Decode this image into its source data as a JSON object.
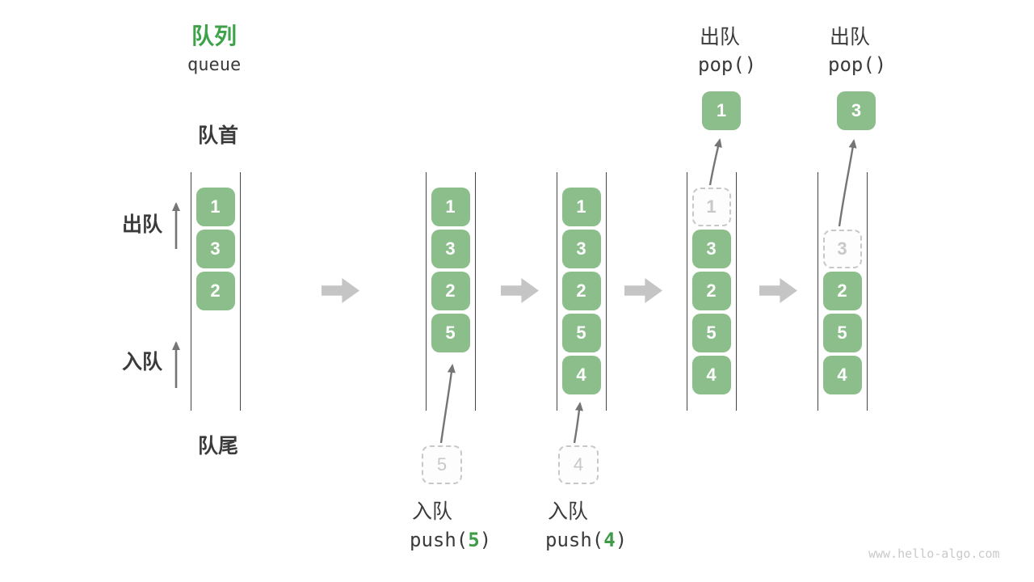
{
  "header": {
    "title_zh": "队列",
    "title_en": "queue"
  },
  "side_labels": {
    "front": "队首",
    "rear": "队尾",
    "dequeue": "出队",
    "enqueue": "入队"
  },
  "colors": {
    "box_green": "#8cbe8c",
    "accent_green": "#3e9b47",
    "title_green": "#3da24a",
    "dark_text": "#3b3b3b",
    "block_arrow_gray": "#c5c5c5",
    "dashed_gray": "#c8c8c8",
    "thin_arrow_gray": "#757575"
  },
  "columns": [
    {
      "boxes": [
        {
          "value": "1",
          "style": "filled"
        },
        {
          "value": "3",
          "style": "filled"
        },
        {
          "value": "2",
          "style": "filled"
        }
      ]
    },
    {
      "boxes": [
        {
          "value": "1",
          "style": "filled"
        },
        {
          "value": "3",
          "style": "filled"
        },
        {
          "value": "2",
          "style": "filled"
        },
        {
          "value": "5",
          "style": "filled"
        }
      ],
      "operation": {
        "label": "入队",
        "fn": "push(",
        "arg": "5",
        "close": ")"
      },
      "staged": {
        "value": "5"
      }
    },
    {
      "boxes": [
        {
          "value": "1",
          "style": "filled"
        },
        {
          "value": "3",
          "style": "filled"
        },
        {
          "value": "2",
          "style": "filled"
        },
        {
          "value": "5",
          "style": "filled"
        },
        {
          "value": "4",
          "style": "filled"
        }
      ],
      "operation": {
        "label": "入队",
        "fn": "push(",
        "arg": "4",
        "close": ")"
      },
      "staged": {
        "value": "4"
      }
    },
    {
      "boxes": [
        {
          "value": "1",
          "style": "dashed"
        },
        {
          "value": "3",
          "style": "filled"
        },
        {
          "value": "2",
          "style": "filled"
        },
        {
          "value": "5",
          "style": "filled"
        },
        {
          "value": "4",
          "style": "filled"
        }
      ],
      "operation": {
        "label": "出队",
        "code": "pop()"
      },
      "popped": {
        "value": "1"
      }
    },
    {
      "boxes": [
        {
          "value": "",
          "style": "empty"
        },
        {
          "value": "3",
          "style": "dashed"
        },
        {
          "value": "2",
          "style": "filled"
        },
        {
          "value": "5",
          "style": "filled"
        },
        {
          "value": "4",
          "style": "filled"
        }
      ],
      "operation": {
        "label": "出队",
        "code": "pop()"
      },
      "popped": {
        "value": "3"
      }
    }
  ],
  "watermark": "www.hello-algo.com"
}
